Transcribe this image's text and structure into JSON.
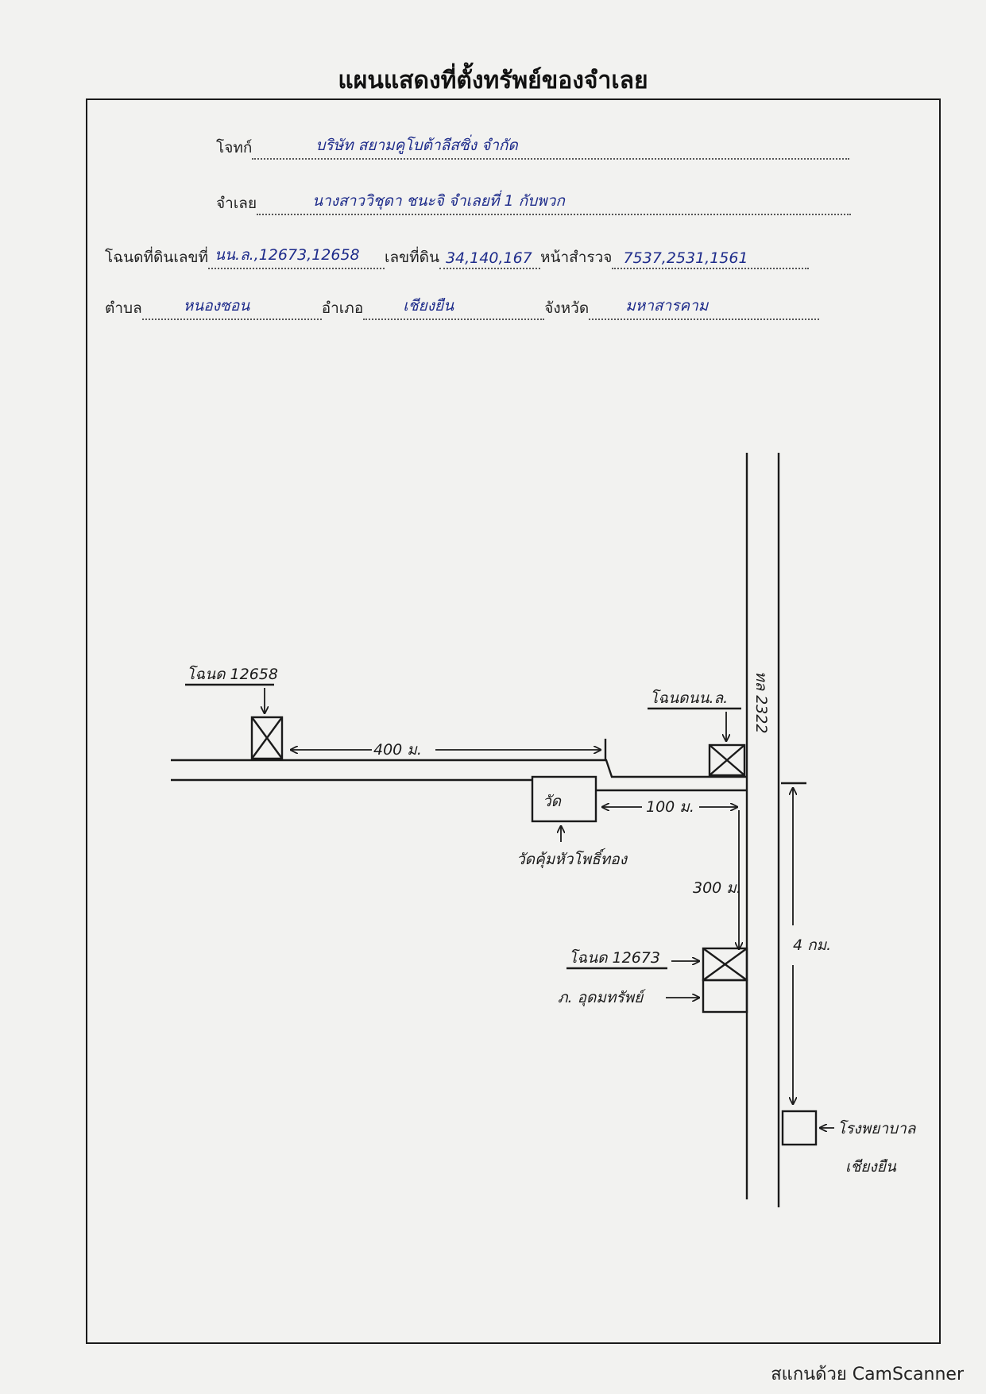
{
  "document": {
    "title": "แผนแสดงที่ตั้งทรัพย์ของจำเลย",
    "fields": {
      "plaintiff_label": "โจทก์",
      "plaintiff_value": "บริษัท สยามคูโบต้าลีสซิ่ง จำกัด",
      "defendant_label": "จำเลย",
      "defendant_value": "นางสาววิชุดา ชนะจิ จำเลยที่ 1 กับพวก",
      "deed_label": "โฉนดที่ดินเลขที่",
      "deed_value": "นน.ล.,12673,12658",
      "land_no_label": "เลขที่ดิน",
      "land_no_value": "34,140,167",
      "survey_label": "หน้าสำรวจ",
      "survey_value": "7537,2531,1561",
      "subdistrict_label": "ตำบล",
      "subdistrict_value": "หนองซอน",
      "district_label": "อำเภอ",
      "district_value": "เชียงยืน",
      "province_label": "จังหวัด",
      "province_value": "มหาสารคาม"
    }
  },
  "map": {
    "deed_12658": "โฉนด 12658",
    "distance_400": "400 ม.",
    "deed_nl": "โฉนดนน.ล.",
    "road_2322": "ทล 2322",
    "temple_box": "วัด",
    "temple_name": "วัดคุ้มหัวโพธิ์ทอง",
    "distance_100": "100 ม.",
    "distance_300": "300 ม.",
    "deed_12673": "โฉนด 12673",
    "building": "ภ. อุดมทรัพย์",
    "distance_4km": "4 กม.",
    "hospital_line1": "โรงพยาบาล",
    "hospital_line2": "เชียงยืน"
  },
  "footer": {
    "scanner_text": "สแกนด้วย CamScanner"
  }
}
